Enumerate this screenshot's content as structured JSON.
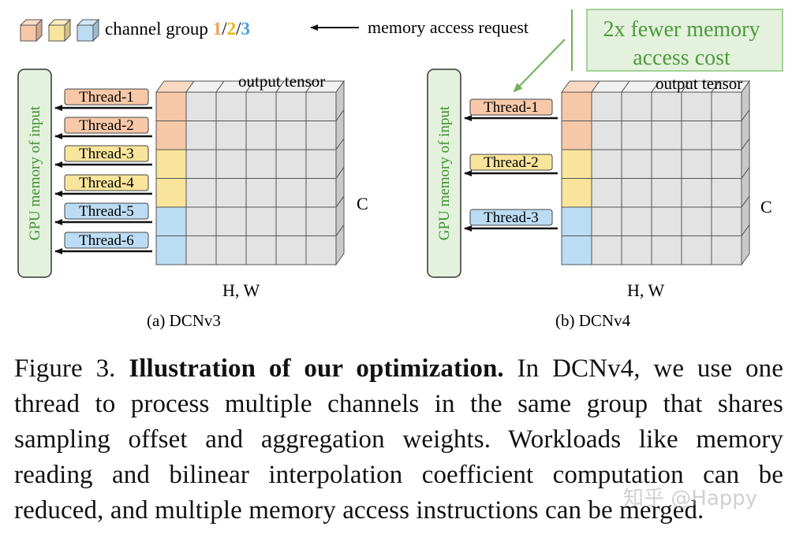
{
  "legend": {
    "label": "channel group ",
    "n1": "1",
    "sep1": "/",
    "n2": "2",
    "sep2": "/",
    "n3": "3",
    "colors": [
      "#f7c8a8",
      "#f9e49b",
      "#bcdcf4"
    ]
  },
  "memory_request_label": "memory access request",
  "callout": {
    "line1": "2x fewer memory",
    "line2": "access cost"
  },
  "panel_a": {
    "gpu_label": "GPU memory of input",
    "output_label": "output tensor",
    "c_label": "C",
    "hw_label": "H, W",
    "subcaption": "(a) DCNv3",
    "threads": [
      {
        "label": "Thread-1",
        "group": 0
      },
      {
        "label": "Thread-2",
        "group": 0
      },
      {
        "label": "Thread-3",
        "group": 1
      },
      {
        "label": "Thread-4",
        "group": 1
      },
      {
        "label": "Thread-5",
        "group": 2
      },
      {
        "label": "Thread-6",
        "group": 2
      }
    ]
  },
  "panel_b": {
    "gpu_label": "GPU memory of input",
    "output_label": "output tensor",
    "c_label": "C",
    "hw_label": "H, W",
    "subcaption": "(b) DCNv4",
    "threads": [
      {
        "label": "Thread-1",
        "group": 0
      },
      {
        "label": "Thread-2",
        "group": 1
      },
      {
        "label": "Thread-3",
        "group": 2
      }
    ]
  },
  "caption": {
    "prefix": "Figure 3. ",
    "bold": "Illustration of our optimization.",
    "body": " In DCNv4, we use one thread to process multiple channels in the same group that shares sampling offset and aggregation weights. Workloads like memory reading and bilinear interpolation coefficient computation can be reduced, and multiple memory access instructions can be merged."
  },
  "watermark": "知乎 @Happy",
  "colors": {
    "gpu_fill": "#e3f1dd",
    "gpu_stroke": "#6a9f58",
    "gpu_text": "#3f8f2e",
    "callout_fill": "#e3f1dd",
    "callout_stroke": "#8cc47a",
    "callout_text": "#4c9a3a",
    "grid_fill": "#e3e3e3",
    "grid_side": "#c9c9c9",
    "grid_top": "#f1f1f1"
  }
}
